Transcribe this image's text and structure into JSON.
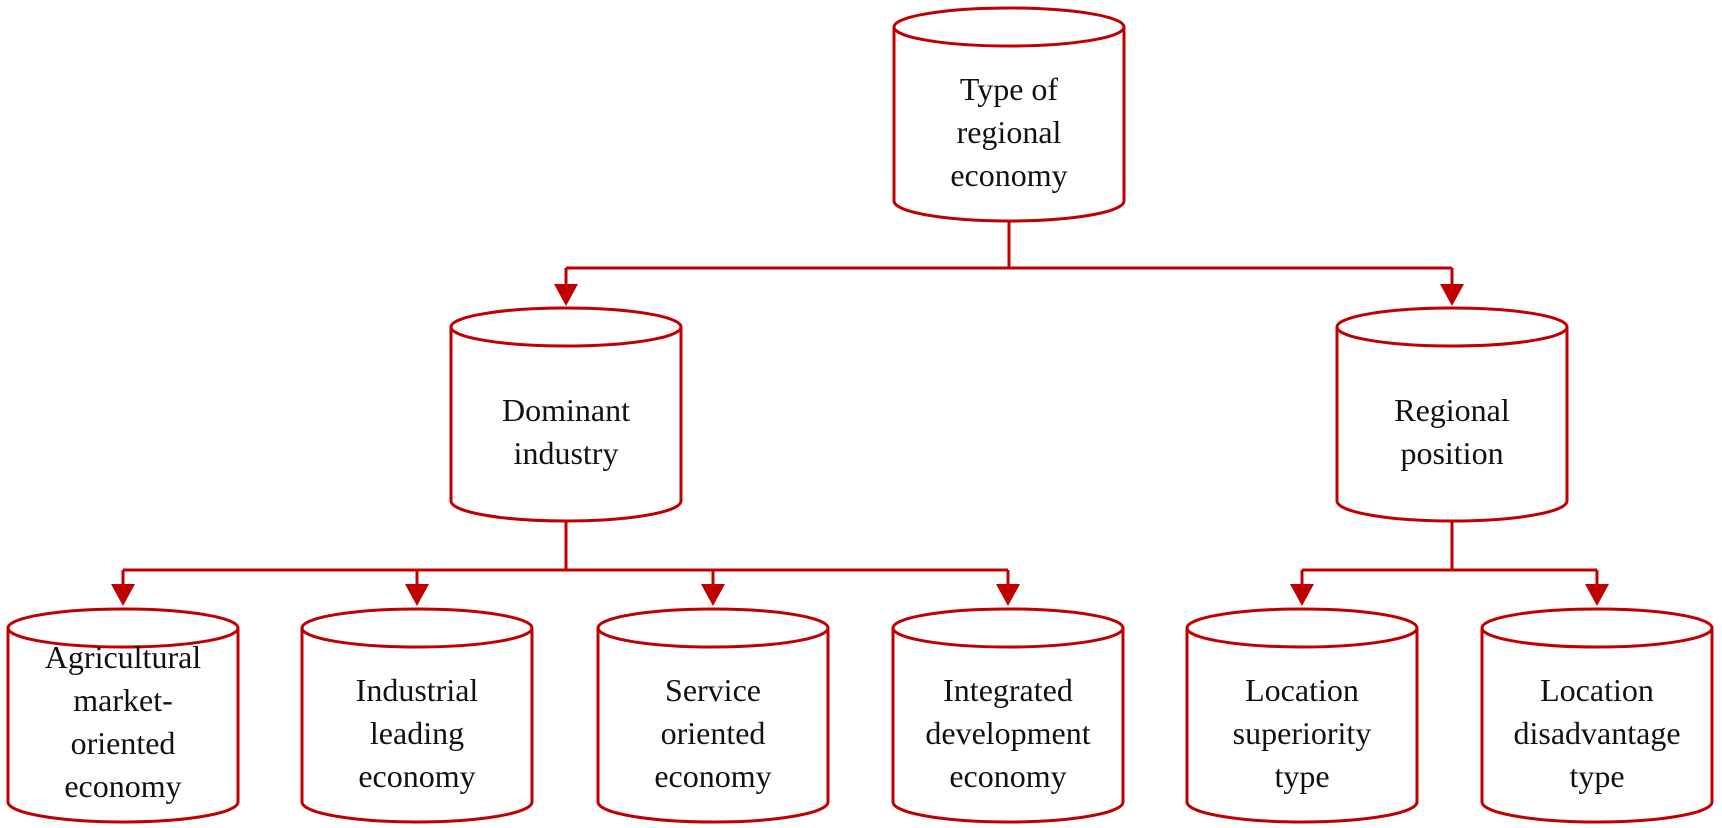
{
  "diagram": {
    "type": "hierarchy-flowchart",
    "shape": "cylinder",
    "colors": {
      "stroke": "#c00000",
      "arrow_fill": "#c00000",
      "text": "#111111",
      "background": "#ffffff"
    },
    "nodes": {
      "root": {
        "label": "Type of\nregional\neconomy"
      },
      "dominant_industry": {
        "label": "Dominant\nindustry"
      },
      "regional_position": {
        "label": "Regional\nposition"
      },
      "agricultural": {
        "label": "Agricultural\nmarket-\noriented\neconomy"
      },
      "industrial": {
        "label": "Industrial\nleading\neconomy"
      },
      "service": {
        "label": "Service\noriented\neconomy"
      },
      "integrated": {
        "label": "Integrated\ndevelopment\neconomy"
      },
      "location_superiority": {
        "label": "Location\nsuperiority\ntype"
      },
      "location_disadvantage": {
        "label": "Location\ndisadvantage\ntype"
      }
    },
    "hierarchy": [
      {
        "parent": "Type of regional economy",
        "children": [
          "Dominant industry",
          "Regional position"
        ]
      },
      {
        "parent": "Dominant industry",
        "children": [
          "Agricultural market-oriented economy",
          "Industrial leading economy",
          "Service oriented economy",
          "Integrated development economy"
        ]
      },
      {
        "parent": "Regional position",
        "children": [
          "Location superiority type",
          "Location disadvantage type"
        ]
      }
    ]
  }
}
